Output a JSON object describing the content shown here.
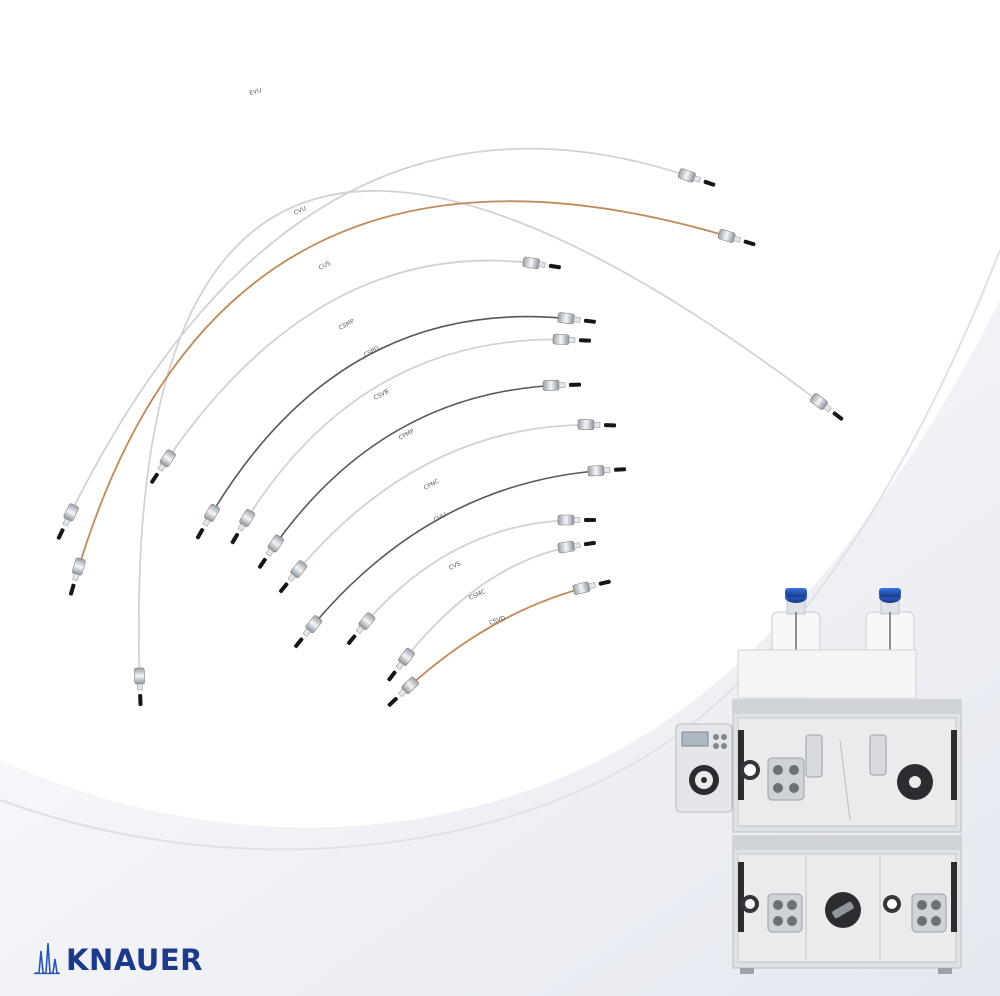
{
  "brand": {
    "name": "KNAUER",
    "color": "#1d3a8a",
    "mark_icon": "chromatogram-peaks-icon"
  },
  "capillary_labels": [
    "EVU",
    "CVU",
    "CUS",
    "CSMP",
    "CSPD",
    "CSVB",
    "CPMP",
    "CPNC",
    "CVLI",
    "CVS",
    "CSMC",
    "CSVD"
  ],
  "colors": {
    "background_wave": "#e9ebf2",
    "steel_tube": "#cfd2d6",
    "peek_tube": "#c08a5a",
    "dark_tube": "#55585c",
    "bottle_cap": "#1e4fb5",
    "instrument_body": "#e6e8ea"
  }
}
